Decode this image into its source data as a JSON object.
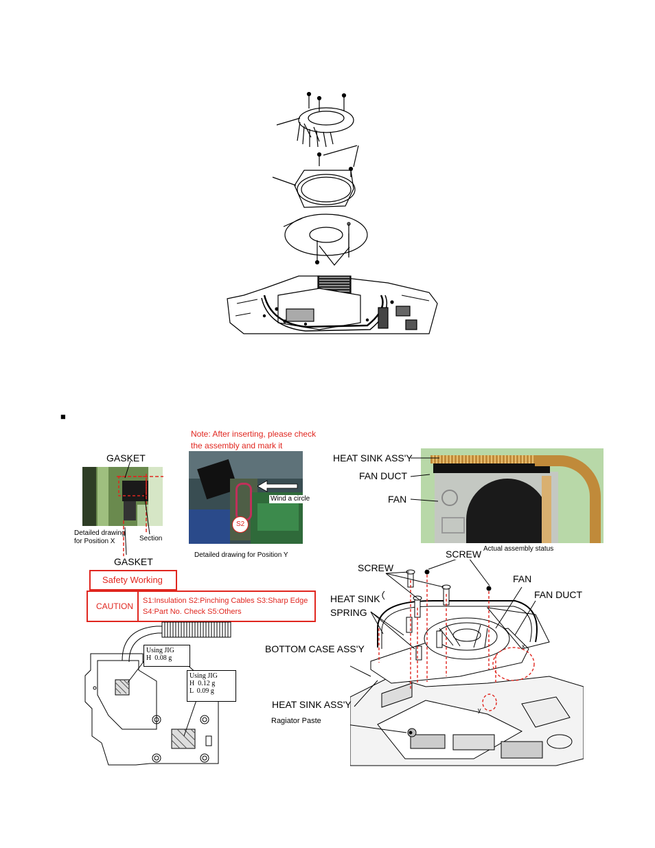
{
  "section_marker": "■",
  "note": {
    "line1": "Note: After inserting, please check",
    "line2": "the assembly and mark it"
  },
  "gasket_detail": {
    "gasket_top": "GASKET",
    "detailed_drawing_line1": "Detailed drawing",
    "detailed_drawing_line2": "for Position X",
    "section": "Section",
    "gasket_bottom": "GASKET"
  },
  "position_y": {
    "wind_label": "Wind a circle",
    "s2_label": "S2",
    "caption": "Detailed drawing for Position Y"
  },
  "safety": {
    "title": "Safety Working",
    "caution": "CAUTION",
    "line1": "S1:Insulation  S2:Pinching Cables  S3:Sharp Edge",
    "line2": "S4:Part No. Check  S5:Others"
  },
  "jig": {
    "box1": "Using JIG\nH  0.08 g",
    "box2": "Using JIG\nH  0.12 g\nL  0.09 g"
  },
  "photo_labels": {
    "heat_sink_assy": "HEAT SINK ASS'Y",
    "fan_duct": "FAN DUCT",
    "fan": "FAN",
    "caption": "Actual assembly status"
  },
  "assembly_labels": {
    "screw_top": "SCREW",
    "screw_left": "SCREW",
    "fan": "FAN",
    "fan_duct": "FAN DUCT",
    "heat_sink": "HEAT SINK",
    "spring": "SPRING",
    "bottom_case": "BOTTOM CASE ASS'Y",
    "heat_sink_assy": "HEAT SINK ASS'Y",
    "radiator_paste": "Ragiator Paste",
    "x_mark": "x",
    "y_mark": "y"
  },
  "colors": {
    "accent_red": "#e0261f",
    "photo_green": "#b8d8a8",
    "copper": "#c08a3a"
  }
}
